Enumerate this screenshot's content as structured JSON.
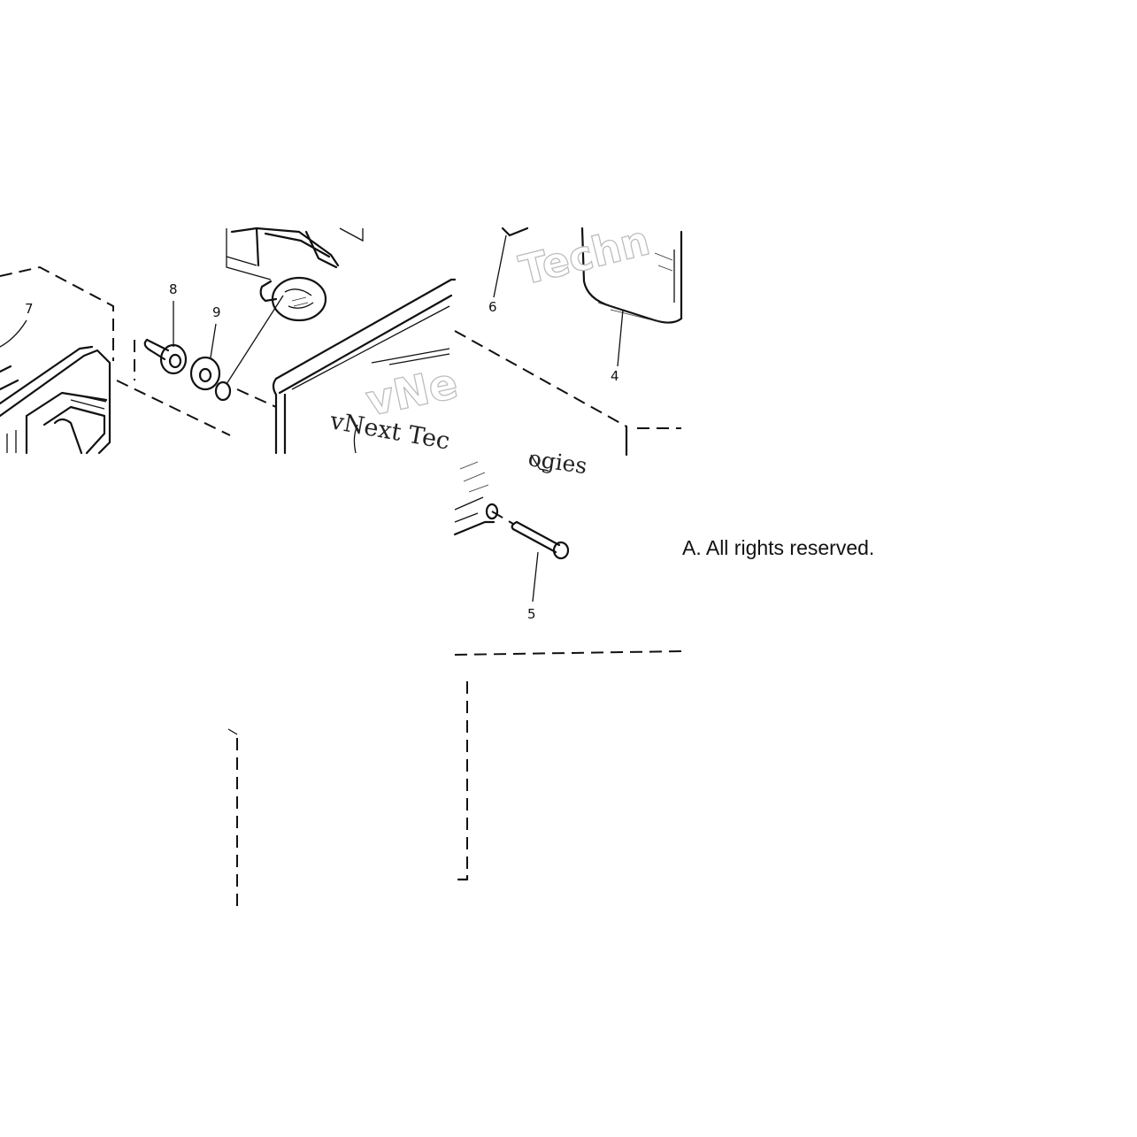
{
  "diagram": {
    "callouts": {
      "part_4": "4",
      "part_5": "5",
      "part_6": "6",
      "part_7": "7",
      "part_8": "8",
      "part_9": "9"
    },
    "watermark": {
      "top_text": "Techn",
      "middle_text": "vNe",
      "serif_line_1": "vNext Tec",
      "serif_line_2": "ogies"
    },
    "copyright_note": "A. All rights reserved."
  }
}
